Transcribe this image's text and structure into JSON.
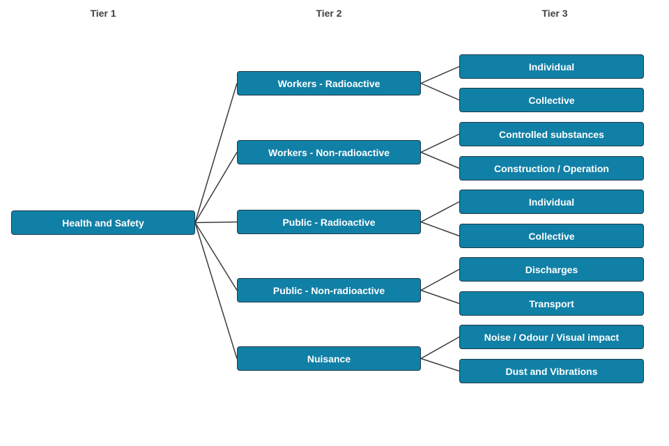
{
  "headers": {
    "tier1": "Tier 1",
    "tier2": "Tier 2",
    "tier3": "Tier 3"
  },
  "root": {
    "label": "Health and Safety"
  },
  "branches": [
    {
      "label": "Workers - Radioactive",
      "children": [
        "Individual",
        "Collective"
      ]
    },
    {
      "label": "Workers - Non-radioactive",
      "children": [
        "Controlled substances",
        "Construction / Operation"
      ]
    },
    {
      "label": "Public - Radioactive",
      "children": [
        "Individual",
        "Collective"
      ]
    },
    {
      "label": "Public - Non-radioactive",
      "children": [
        "Discharges",
        "Transport"
      ]
    },
    {
      "label": "Nuisance",
      "children": [
        "Noise / Odour / Visual impact",
        "Dust and Vibrations"
      ]
    }
  ],
  "colors": {
    "node_fill": "#1180a6",
    "node_border": "#1f3a47",
    "connector": "#3a3a3a",
    "header_text": "#404040"
  }
}
